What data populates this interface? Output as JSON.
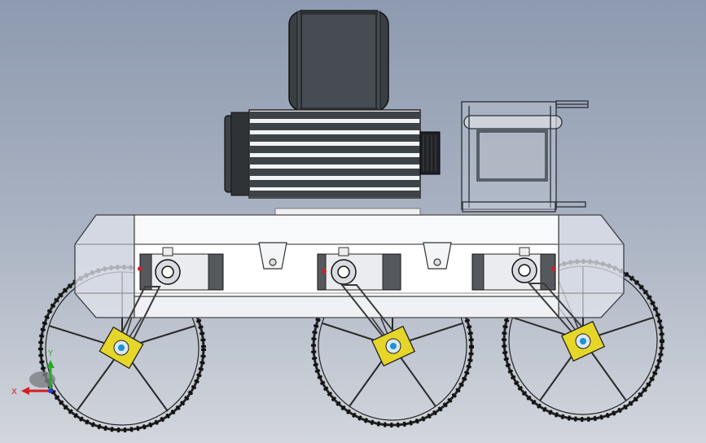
{
  "viewport": {
    "background_top": "#8e9ab0",
    "background_bottom": "#d2d6dc"
  },
  "model": {
    "components": [
      {
        "name": "motor-housing",
        "color": "#3a3f44"
      },
      {
        "name": "finned-motor",
        "color": "#4b5157"
      },
      {
        "name": "control-box-frame",
        "color": "#c9ced6"
      },
      {
        "name": "chassis-body",
        "color": "#ffffff"
      },
      {
        "name": "wheel-left"
      },
      {
        "name": "wheel-center"
      },
      {
        "name": "wheel-right"
      },
      {
        "name": "hub-plate",
        "color": "#e6d62a"
      }
    ]
  },
  "triad": {
    "x_label": "X",
    "y_label": "Y",
    "x_color": "#d21f1f",
    "y_color": "#2aa82a",
    "z_color": "#2a3fd2"
  }
}
